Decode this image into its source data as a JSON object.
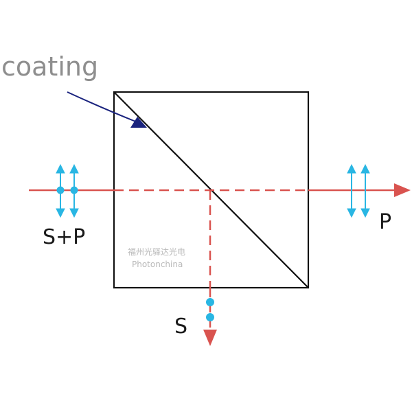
{
  "labels": {
    "coating": "coating",
    "incident": "S+P",
    "transmitted": "P",
    "reflected": "S"
  },
  "watermark": {
    "line1": "福州光驿达光电",
    "line2": "Photonchina"
  },
  "colors": {
    "beam": "#d9534f",
    "polarization": "#29b6e3",
    "cube": "#111111",
    "coating_arrow": "#1a237e",
    "label_gray": "#8e8e8e",
    "watermark": "#b9b9b9"
  },
  "icons": {
    "arrow_head": "filled-triangle",
    "polarization_marker": "double-headed-arrow-with-dot"
  }
}
